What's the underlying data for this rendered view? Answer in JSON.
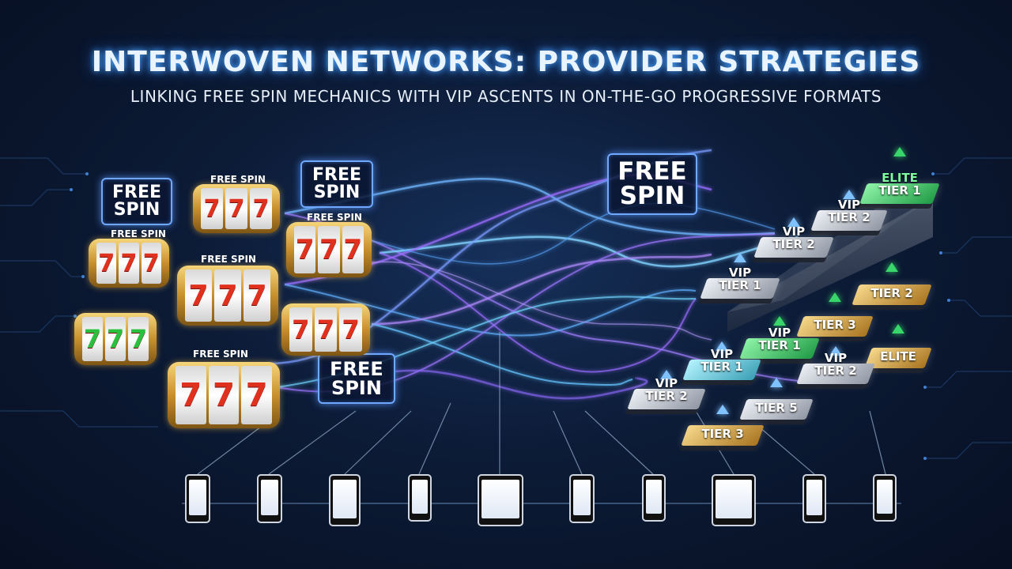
{
  "header": {
    "title": "INTERWOVEN NETWORKS: PROVIDER STRATEGIES",
    "subtitle": "LINKING FREE SPIN MECHANICS WITH VIP ASCENTS IN ON-THE-GO PROGRESSIVE FORMATS"
  },
  "badges": {
    "free_spin_a": "FREE",
    "free_spin_b": "SPIN"
  },
  "reels": {
    "label": "FREE SPIN",
    "symbol": "777"
  },
  "tiers": {
    "elite_tier_1": [
      "ELITE",
      "TIER 1"
    ],
    "vip_tier_2_top": [
      "VIP",
      "TIER 2"
    ],
    "vip_tier_2_mid": [
      "VIP",
      "TIER 2"
    ],
    "vip_tier_1_a": [
      "VIP",
      "TIER 1"
    ],
    "tier_2": "TIER 2",
    "tier_3_a": "TIER 3",
    "vip_tier_1_b": [
      "VIP",
      "TIER 1"
    ],
    "vip_tier_1_c": [
      "VIP",
      "TIER 1"
    ],
    "elite": "ELITE",
    "vip_tier_2_c": [
      "VIP",
      "TIER 2"
    ],
    "vip_tier_2_d": [
      "VIP",
      "TIER 2"
    ],
    "tier_5": "TIER 5",
    "tier_3_b": "TIER 3"
  },
  "colors": {
    "accent_blue": "#4fa8ff",
    "accent_purple": "#9a6bff",
    "gold": "#d9a73a",
    "green": "#39d66b",
    "silver": "#c9ced8",
    "cyan": "#5fd6e8"
  }
}
